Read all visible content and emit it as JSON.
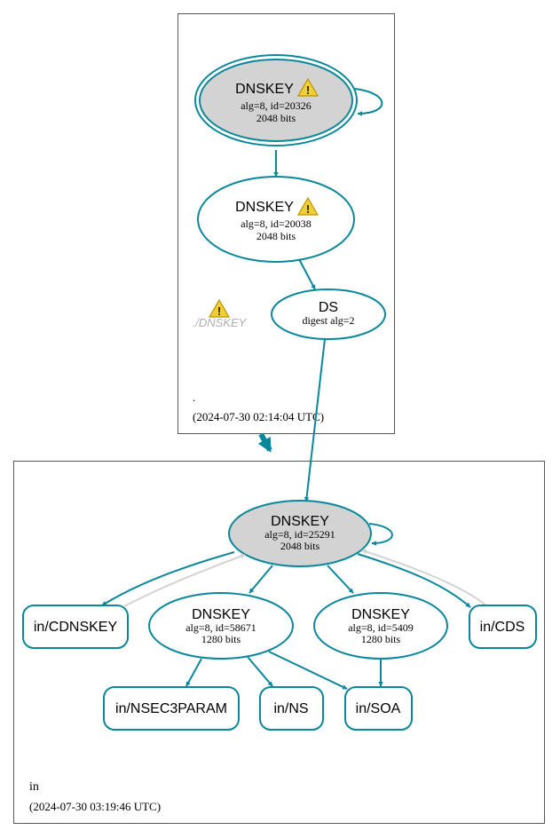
{
  "colors": {
    "edge": "#0a879a",
    "node_fill_gray": "#d3d3d3",
    "cluster_border": "#555555",
    "ghost_text": "#b0b0b0",
    "back_edge": "#d3d3d3",
    "warning_fill": "#f2d033"
  },
  "root_zone": {
    "name": ".",
    "timestamp": "(2024-07-30 02:14:04 UTC)",
    "ghost_label": "./DNSKEY",
    "ksk": {
      "title": "DNSKEY",
      "detail": "alg=8, id=20326",
      "bits": "2048 bits",
      "warning_icon": "warning-icon"
    },
    "zsk": {
      "title": "DNSKEY",
      "detail": "alg=8, id=20038",
      "bits": "2048 bits",
      "warning_icon": "warning-icon"
    },
    "ds": {
      "title": "DS",
      "detail": "digest alg=2"
    }
  },
  "in_zone": {
    "name": "in",
    "timestamp": "(2024-07-30 03:19:46 UTC)",
    "ksk": {
      "title": "DNSKEY",
      "detail": "alg=8, id=25291",
      "bits": "2048 bits"
    },
    "zsk1": {
      "title": "DNSKEY",
      "detail": "alg=8, id=58671",
      "bits": "1280 bits"
    },
    "zsk2": {
      "title": "DNSKEY",
      "detail": "alg=8, id=5409",
      "bits": "1280 bits"
    },
    "rrsets": {
      "cdnskey": "in/CDNSKEY",
      "cds": "in/CDS",
      "nsec3param": "in/NSEC3PARAM",
      "ns": "in/NS",
      "soa": "in/SOA"
    }
  }
}
